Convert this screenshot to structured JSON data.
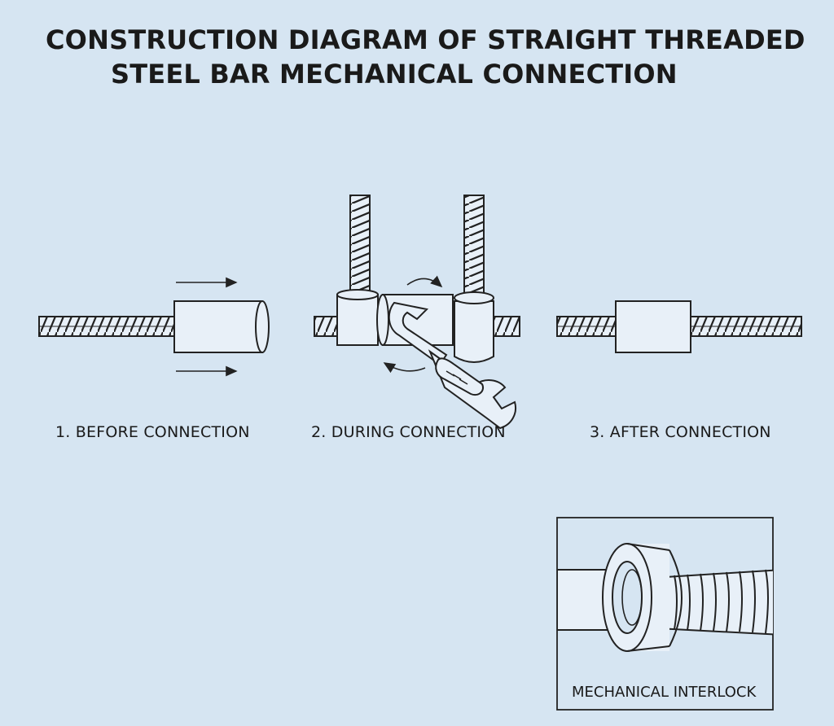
{
  "title": {
    "line1": "CONSTRUCTION DIAGRAM OF STRAIGHT THREADED",
    "line2": "STEEL BAR MECHANICAL CONNECTION"
  },
  "stages": [
    {
      "label": "1. BEFORE CONNECTION"
    },
    {
      "label": "2. DURING CONNECTION"
    },
    {
      "label": "3. AFTER CONNECTION"
    }
  ],
  "inset": {
    "label": "MECHANICAL INTERLOCK"
  },
  "colors": {
    "background": "#d6e5f2",
    "line": "#222222",
    "fill": "#e8f0f8"
  }
}
